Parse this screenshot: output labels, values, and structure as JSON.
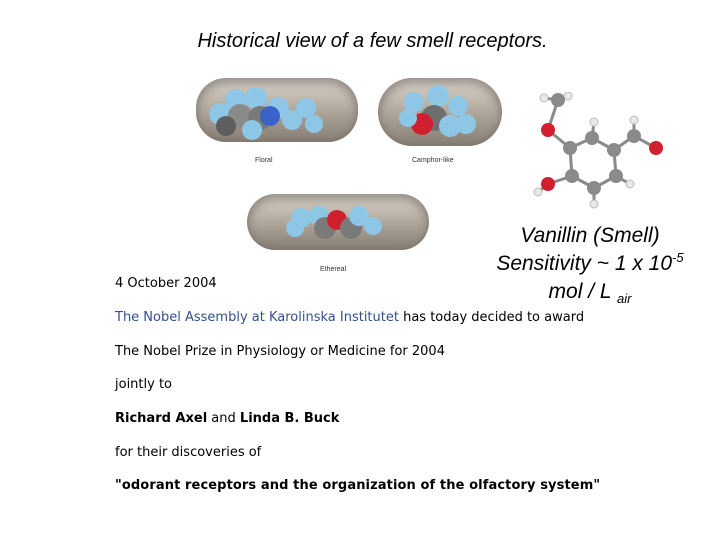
{
  "title": "Historical view of a few smell receptors.",
  "receptors": {
    "floral": "Floral",
    "camphor": "Camphor-like",
    "ethereal": "Ethereal"
  },
  "date": "4 October 2004",
  "vanillin": {
    "line1": "Vanillin (Smell)",
    "line2_prefix": "Sensitivity ~ 1 x 10",
    "line2_exponent": "-5",
    "line3_prefix": "mol / L ",
    "line3_subscript": "air"
  },
  "announcement": {
    "assembly_link": "The Nobel Assembly at Karolinska Institutet",
    "assembly_rest": " has today decided to award",
    "prize": "The Nobel Prize in Physiology or Medicine for 2004",
    "jointly": "jointly to",
    "laureate1": "Richard Axel",
    "and": " and ",
    "laureate2": "Linda B. Buck",
    "discoveries": "for their discoveries of",
    "quote": "\"odorant receptors and the organization of the olfactory system\""
  },
  "colors": {
    "link": "#33508c",
    "carbon": "#8a8a8a",
    "hydrogen": "#8ec6e6",
    "nitrogen": "#3a62c8",
    "oxygen": "#d02030"
  }
}
